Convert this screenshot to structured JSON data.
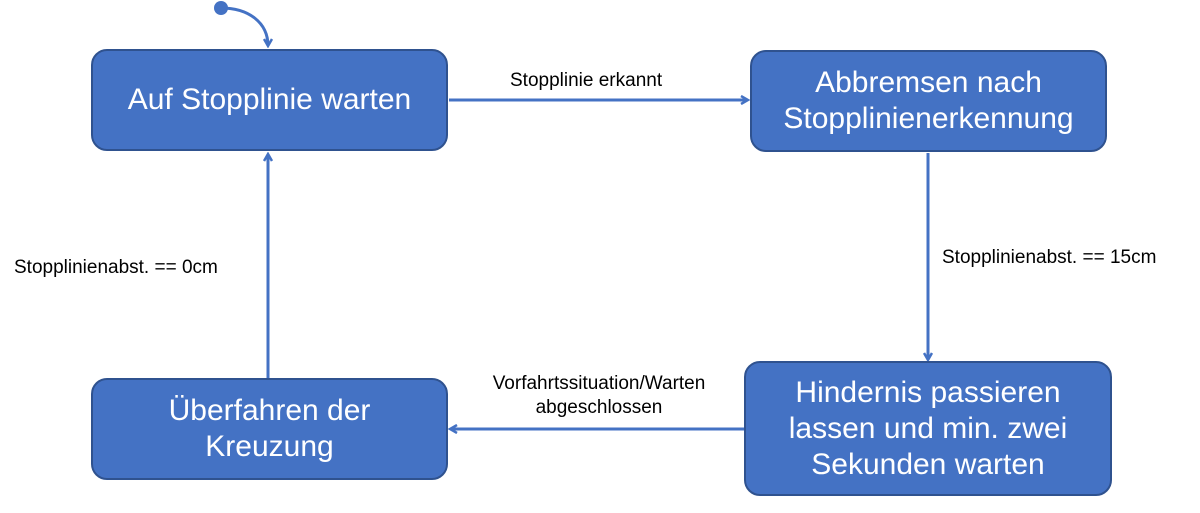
{
  "colors": {
    "state_fill": "#4472c4",
    "state_border": "#2f528f",
    "state_text": "#ffffff",
    "arrow": "#4472c4",
    "label_text": "#000000"
  },
  "states": {
    "wait_stopline": {
      "lines": [
        "Auf Stopplinie warten"
      ]
    },
    "brake": {
      "lines": [
        "Abbremsen nach",
        "Stopplinienerkennung"
      ]
    },
    "obstacle": {
      "lines": [
        "Hindernis passieren",
        "lassen und min. zwei",
        "Sekunden warten"
      ]
    },
    "cross": {
      "lines": [
        "Überfahren der",
        "Kreuzung"
      ]
    }
  },
  "transitions": {
    "detected": {
      "lines": [
        "Stopplinie erkannt"
      ]
    },
    "dist15": {
      "lines": [
        "Stopplinienabst. == 15cm"
      ]
    },
    "done": {
      "lines": [
        "Vorfahrtssituation/Warten",
        "abgeschlossen"
      ]
    },
    "dist0": {
      "lines": [
        "Stopplinienabst. == 0cm"
      ]
    }
  }
}
